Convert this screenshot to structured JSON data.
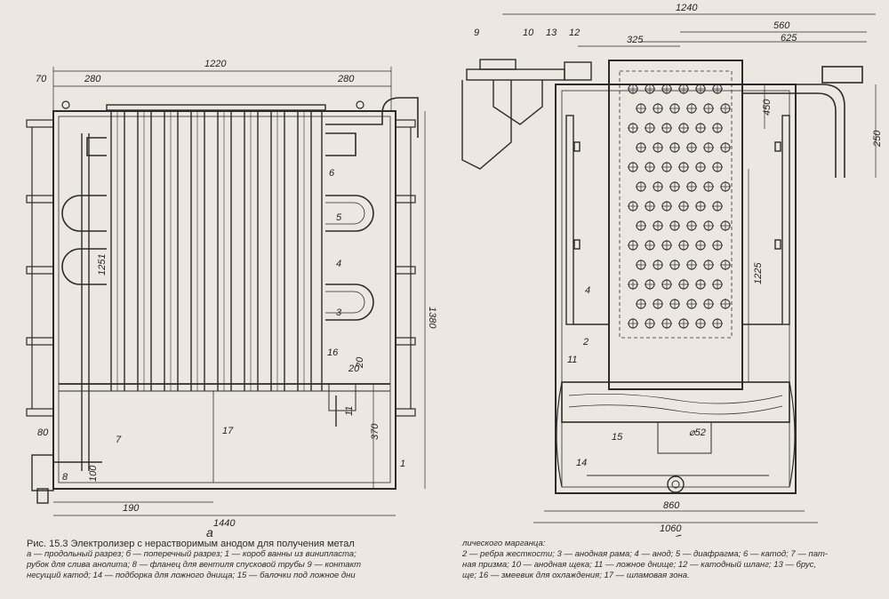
{
  "left_view": {
    "letter": "а",
    "dims": {
      "d1220": "1220",
      "d70": "70",
      "d280a": "280",
      "d280b": "280",
      "d1440": "1440",
      "d190": "190",
      "d1380": "1380",
      "d370": "370",
      "d80": "80",
      "d100": "100",
      "d1251": "1251",
      "d20a": "20",
      "d20b": "20"
    },
    "labels": {
      "l1": "1",
      "l3": "3",
      "l4": "4",
      "l5": "5",
      "l6": "6",
      "l7": "7",
      "l8": "8",
      "l11": "11",
      "l16": "16",
      "l17": "17"
    }
  },
  "right_view": {
    "letter": "б",
    "dims": {
      "d1240": "1240",
      "d560": "560",
      "d625": "625",
      "d325": "325",
      "d450": "450",
      "d250": "250",
      "d1225": "1225",
      "d860": "860",
      "d1060": "1060",
      "d52": "⌀52"
    },
    "labels": {
      "l2": "2",
      "l4": "4",
      "l9": "9",
      "l10": "10",
      "l11": "11",
      "l12": "12",
      "l13": "13",
      "l14": "14",
      "l15": "15"
    }
  },
  "caption": {
    "title": "Рис. 15.3 Электролизер с нерастворимым анодом для получения метал",
    "left_lines": [
      "а — продольный разрез; б — поперечный разрез; 1 — короб ванны из винипласта;",
      "рубок для слива анолита; 8 — фланец для вентиля спусковой трубы 9 — контакт",
      "несущий катод; 14 — подборка для ложного днища; 15 — балочки под ложное дни"
    ],
    "right_lines": [
      "лического марганца:",
      "2 — ребра жесткости; 3 — анодная рама; 4 — анод; 5 — диафрагма; 6 — катод; 7 — пат-",
      "ная призма; 10 — анодная щека; 11 — ложное днище; 12 — катодный шланг; 13 — брус,",
      "ще; 16 — змеевик для охлаждения; 17 — шламовая зона."
    ]
  }
}
